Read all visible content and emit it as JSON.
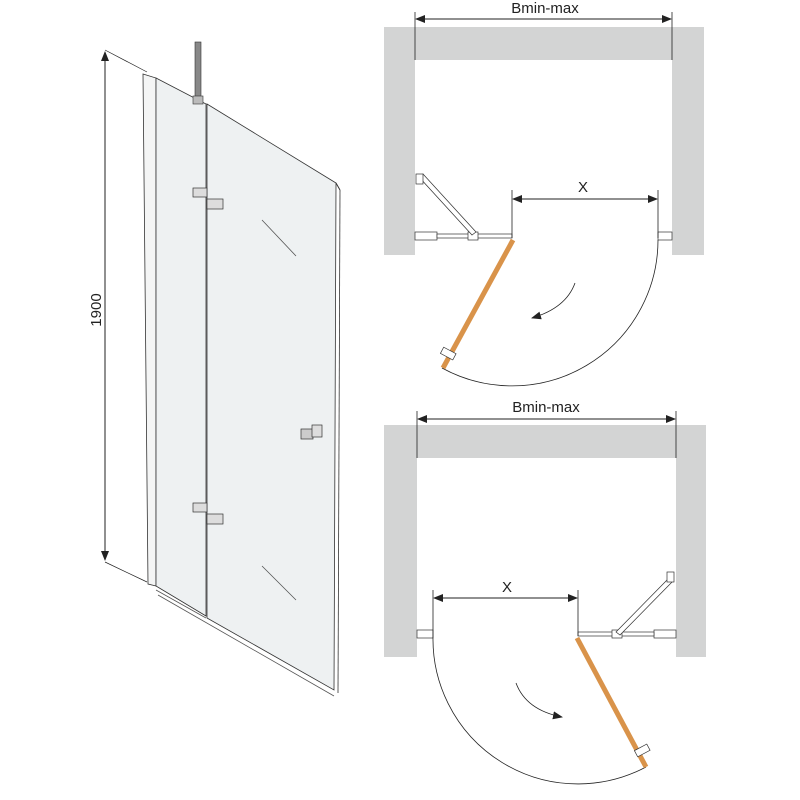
{
  "elevation": {
    "height_label": "1900"
  },
  "plan_top": {
    "width_label": "Bmin-max",
    "opening_label": "X"
  },
  "plan_bottom": {
    "width_label": "Bmin-max",
    "opening_label": "X"
  },
  "colors": {
    "wall": "#d3d4d4",
    "door": "#d9934a",
    "glass": "#eef1f2",
    "line": "#222222"
  }
}
